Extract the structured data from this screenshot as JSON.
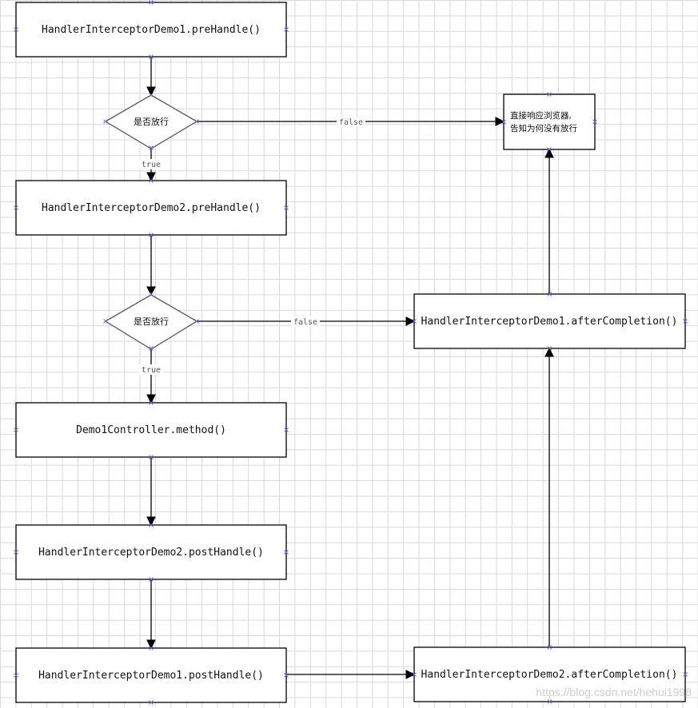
{
  "nodes": {
    "demo1_prehandle": "HandlerInterceptorDemo1.preHandle()",
    "decision_1": "是否放行",
    "demo2_prehandle": "HandlerInterceptorDemo2.preHandle()",
    "decision_2": "是否放行",
    "controller_method": "Demo1Controller.method()",
    "demo2_posthandle": "HandlerInterceptorDemo2.postHandle()",
    "demo1_posthandle": "HandlerInterceptorDemo1.postHandle()",
    "respond_browser_line1": "直接响应浏览器,",
    "respond_browser_line2": "告知为何没有放行",
    "demo1_aftercompletion": "HandlerInterceptorDemo1.afterCompletion()",
    "demo2_aftercompletion": "HandlerInterceptorDemo2.afterCompletion()"
  },
  "edges": {
    "decision1_true": "true",
    "decision1_false": "false",
    "decision2_true": "true",
    "decision2_false": "false"
  },
  "watermark": "https://blog.csdn.net/hehui1998",
  "colors": {
    "background": "#ffffff",
    "grid": "#d9d9d9",
    "stroke": "#000000",
    "anchor": "#6b6be0"
  }
}
